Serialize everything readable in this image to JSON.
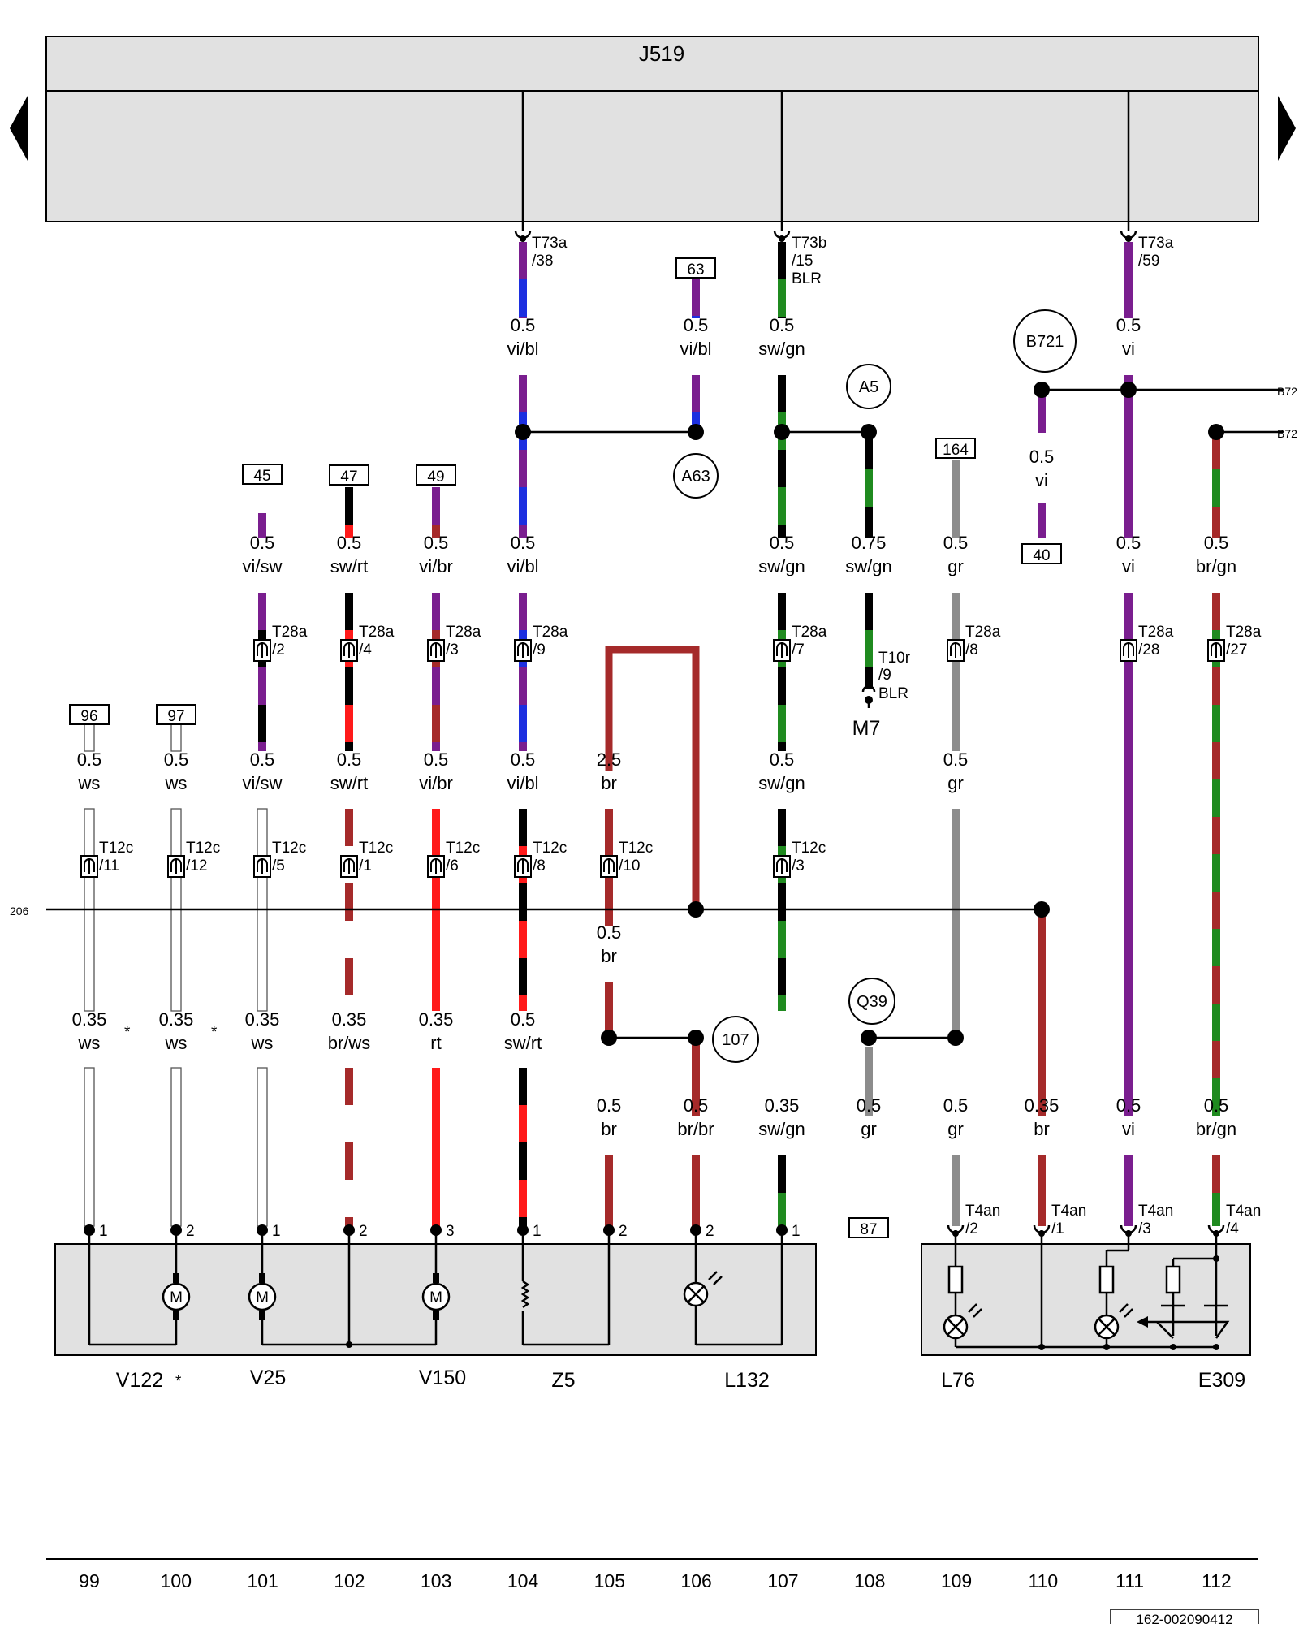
{
  "control_unit": {
    "name": "J519"
  },
  "footer": {
    "doc_number": "162-002090412"
  },
  "columns": [
    "99",
    "100",
    "101",
    "102",
    "103",
    "104",
    "105",
    "106",
    "107",
    "108",
    "109",
    "110",
    "111",
    "112"
  ],
  "continuations": {
    "left_206": "206",
    "right_top": "B72",
    "right_bottom": "B72"
  },
  "reference_boxes": [
    "96",
    "97",
    "45",
    "47",
    "49",
    "63",
    "164",
    "40",
    "87"
  ],
  "connection_points": [
    "A63",
    "A5",
    "B721",
    "107",
    "Q39"
  ],
  "ground": {
    "name": "M7",
    "connector": "T10r",
    "pin": "/9",
    "extra": "BLR"
  },
  "top_connectors": [
    {
      "name": "T73a",
      "pin": "/38",
      "extra": ""
    },
    {
      "name": "T73b",
      "pin": "/15",
      "extra": "BLR"
    },
    {
      "name": "T73a",
      "pin": "/59",
      "extra": ""
    }
  ],
  "t28a_pins": [
    "/2",
    "/4",
    "/3",
    "/9",
    "/7",
    "/8",
    "/28",
    "/27"
  ],
  "t28a_name": "T28a",
  "t12c_name": "T12c",
  "t12c_pins": [
    "/11",
    "/12",
    "/5",
    "/1",
    "/6",
    "/8",
    "/10",
    "/3"
  ],
  "t4an_name": "T4an",
  "t4an_pins": [
    "/2",
    "/1",
    "/3",
    "/4"
  ],
  "asterisk": "*",
  "wire_labels": [
    {
      "size": "0.5",
      "color": "vi/bl"
    },
    {
      "size": "0.5",
      "color": "vi/bl"
    },
    {
      "size": "0.5",
      "color": "sw/gn"
    },
    {
      "size": "0.5",
      "color": "vi"
    },
    {
      "size": "0.5",
      "color": "vi"
    },
    {
      "size": "0.5",
      "color": "vi/sw"
    },
    {
      "size": "0.5",
      "color": "sw/rt"
    },
    {
      "size": "0.5",
      "color": "vi/br"
    },
    {
      "size": "0.5",
      "color": "vi/bl"
    },
    {
      "size": "0.5",
      "color": "sw/gn"
    },
    {
      "size": "0.75",
      "color": "sw/gn"
    },
    {
      "size": "0.5",
      "color": "gr"
    },
    {
      "size": "0.5",
      "color": "vi"
    },
    {
      "size": "0.5",
      "color": "br/gn"
    },
    {
      "size": "0.5",
      "color": "ws"
    },
    {
      "size": "0.5",
      "color": "ws"
    },
    {
      "size": "0.5",
      "color": "vi/sw"
    },
    {
      "size": "0.5",
      "color": "sw/rt"
    },
    {
      "size": "0.5",
      "color": "vi/br"
    },
    {
      "size": "0.5",
      "color": "vi/bl"
    },
    {
      "size": "2.5",
      "color": "br"
    },
    {
      "size": "0.5",
      "color": "sw/gn"
    },
    {
      "size": "0.5",
      "color": "gr"
    },
    {
      "size": "0.5",
      "color": "br"
    },
    {
      "size": "0.35",
      "color": "ws"
    },
    {
      "size": "0.35",
      "color": "ws"
    },
    {
      "size": "0.35",
      "color": "ws"
    },
    {
      "size": "0.35",
      "color": "br/ws"
    },
    {
      "size": "0.35",
      "color": "rt"
    },
    {
      "size": "0.5",
      "color": "sw/rt"
    },
    {
      "size": "0.5",
      "color": "br"
    },
    {
      "size": "0.5",
      "color": "br/br"
    },
    {
      "size": "0.35",
      "color": "sw/gn"
    },
    {
      "size": "0.5",
      "color": "gr"
    },
    {
      "size": "0.5",
      "color": "gr"
    },
    {
      "size": "0.35",
      "color": "br"
    },
    {
      "size": "0.5",
      "color": "vi"
    },
    {
      "size": "0.5",
      "color": "br/gn"
    }
  ],
  "component_pins": [
    "1",
    "2",
    "1",
    "2",
    "3",
    "1",
    "2",
    "2",
    "1"
  ],
  "components": [
    "V122",
    "V25",
    "V150",
    "Z5",
    "L132",
    "L76",
    "E309"
  ],
  "wire_colors": {
    "vi": "#7a1e8f",
    "bl": "#1c2fe0",
    "sw": "#000000",
    "gn": "#1f8a1f",
    "rt": "#ff1a1a",
    "br": "#a52a2a",
    "gr": "#8c8c8c",
    "ws": "#ffffff"
  }
}
